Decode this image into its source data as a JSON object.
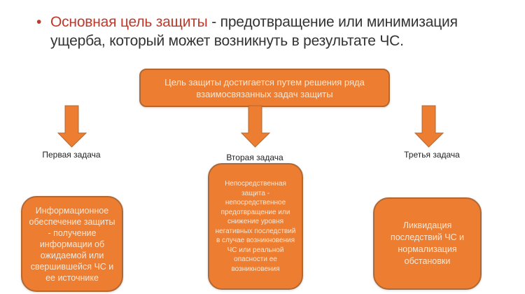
{
  "header": {
    "bullet": "•",
    "highlight": "Основная цель защиты",
    "rest_line1": " - предотвращение или минимизация",
    "rest_line2": "ущерба, который может возникнуть в результате ЧС."
  },
  "main_box": {
    "text": "Цель защиты достигается путем решения ряда взаимосвязанных задач защиты"
  },
  "tasks": [
    {
      "label": "Первая задача",
      "text": "Информационное обеспечение защиты - получение информации об ожидаемой или свершившейся ЧС и ее источнике"
    },
    {
      "label": "Вторая задача",
      "text": "Непосредственная защита - непосредственное предотвращение или снижение уровня негативных последствий в случае возникновения ЧС или реальной опасности ее возникновения"
    },
    {
      "label": "Третья задача",
      "text": "Ликвидация последствий ЧС и нормализация обстановки"
    }
  ],
  "colors": {
    "box_fill": "#ed7d31",
    "box_border": "#b06835",
    "box_text": "#fbe6d3",
    "accent_red": "#c0392b",
    "body_text": "#333333"
  }
}
